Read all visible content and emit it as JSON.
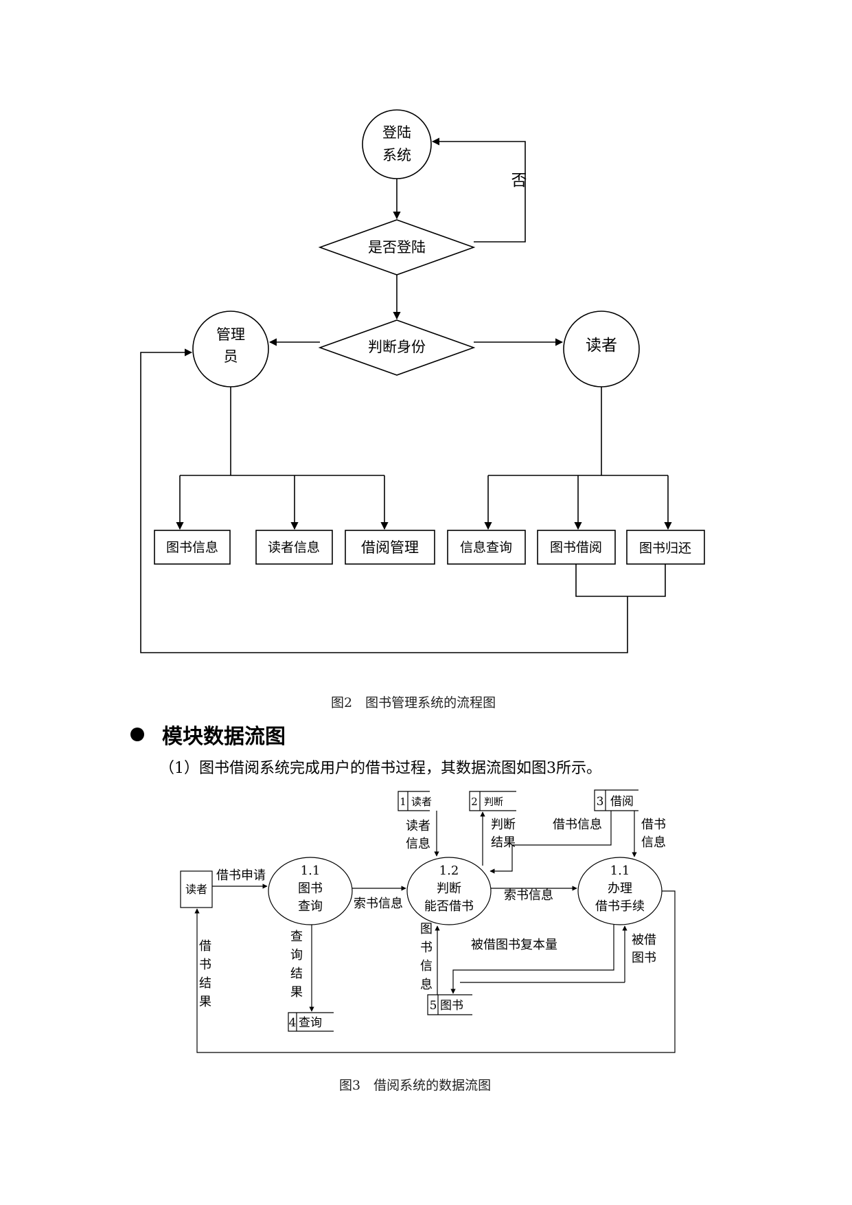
{
  "flowchart": {
    "login": [
      "登陆",
      "系统"
    ],
    "check_login": "是否登陆",
    "no_label": "否",
    "judge_identity": "判断身份",
    "admin": [
      "管理",
      "员"
    ],
    "reader": "读者",
    "admin_functions": [
      "图书信息",
      "读者信息",
      "借阅管理"
    ],
    "reader_functions": [
      "信息查询",
      "图书借阅",
      "图书归还"
    ]
  },
  "caption_fig2": "图2　图书管理系统的流程图",
  "section_heading": "模块数据流图",
  "paragraph": "（1）图书借阅系统完成用户的借书过程，其数据流图如图3所示。",
  "dfd": {
    "stores": {
      "s1": {
        "num": "1",
        "name": "读者"
      },
      "s2": {
        "num": "2",
        "name": "判断"
      },
      "s3": {
        "num": "3",
        "name": "借阅"
      },
      "s4": {
        "num": "4",
        "name": "查询"
      },
      "s5": {
        "num": "5",
        "name": "图书"
      }
    },
    "external": "读者",
    "p1": [
      "1.1",
      "图书",
      "查询"
    ],
    "p2": [
      "1.2",
      "判断",
      "能否借书"
    ],
    "p3": [
      "1.1",
      "办理",
      "借书手续"
    ],
    "flows": {
      "borrow_request": "借书申请",
      "reader_info": [
        "读者",
        "信息"
      ],
      "judge_result": [
        "判断",
        "结果"
      ],
      "borrow_info_left": "借书信息",
      "borrow_info_right": [
        "借书",
        "信息"
      ],
      "call_info_1": "索书信息",
      "call_info_2": "索书信息",
      "query_result": [
        "查",
        "询",
        "结",
        "果"
      ],
      "book_info": [
        "图",
        "书",
        "信",
        "息"
      ],
      "copies": "被借图书复本量",
      "borrowed_book": [
        "被借",
        "图书"
      ],
      "borrow_result": [
        "借",
        "书",
        "结",
        "果"
      ]
    }
  },
  "caption_fig3": "图3　借阅系统的数据流图"
}
